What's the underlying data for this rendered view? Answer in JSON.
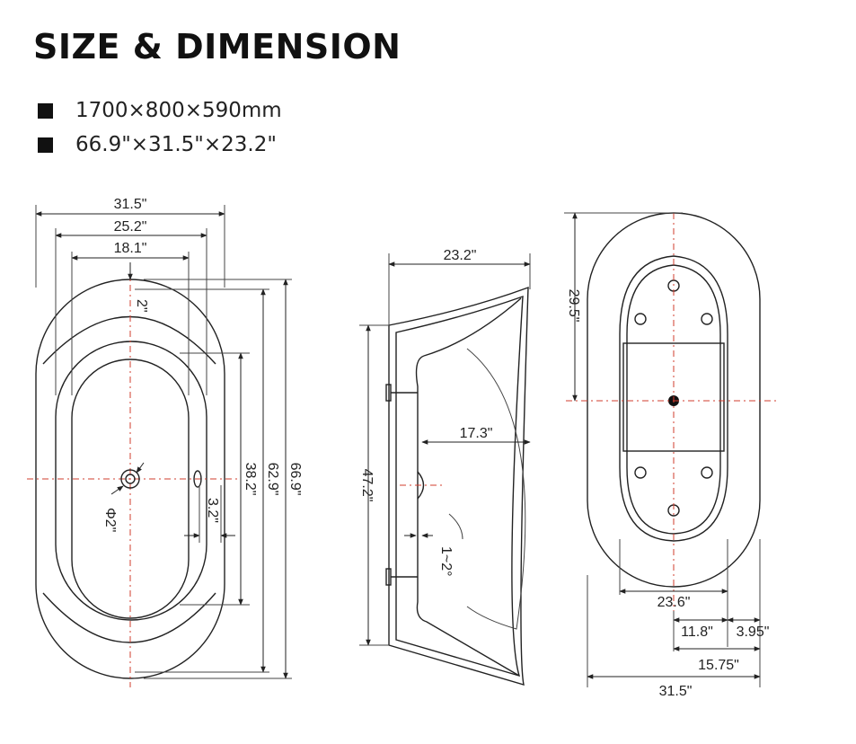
{
  "header": {
    "title": "SIZE & DIMENSION",
    "specs": [
      {
        "text": "1700×800×590mm"
      },
      {
        "text": "66.9\"×31.5\"×23.2\""
      }
    ]
  },
  "top_view": {
    "width_outer": "31.5\"",
    "width_mid": "25.2\"",
    "width_inner": "18.1\"",
    "rim_offset": "2\"",
    "length_inner": "38.2\"",
    "length_mid": "62.9\"",
    "length_outer": "66.9\"",
    "overflow_offset": "3.2\"",
    "drain_diameter": "Φ2\""
  },
  "side_view": {
    "height": "23.2\"",
    "depth": "17.3\"",
    "length": "47.2\"",
    "slope": "1~2°"
  },
  "bottom_view": {
    "center_offset": "29.5\"",
    "base_width": "23.6\"",
    "dim_a": "11.8\"",
    "dim_b": "3.95\"",
    "dim_c": "15.75\"",
    "total_width": "31.5\""
  },
  "colors": {
    "line": "#222222",
    "centerline": "#d23c2e"
  }
}
